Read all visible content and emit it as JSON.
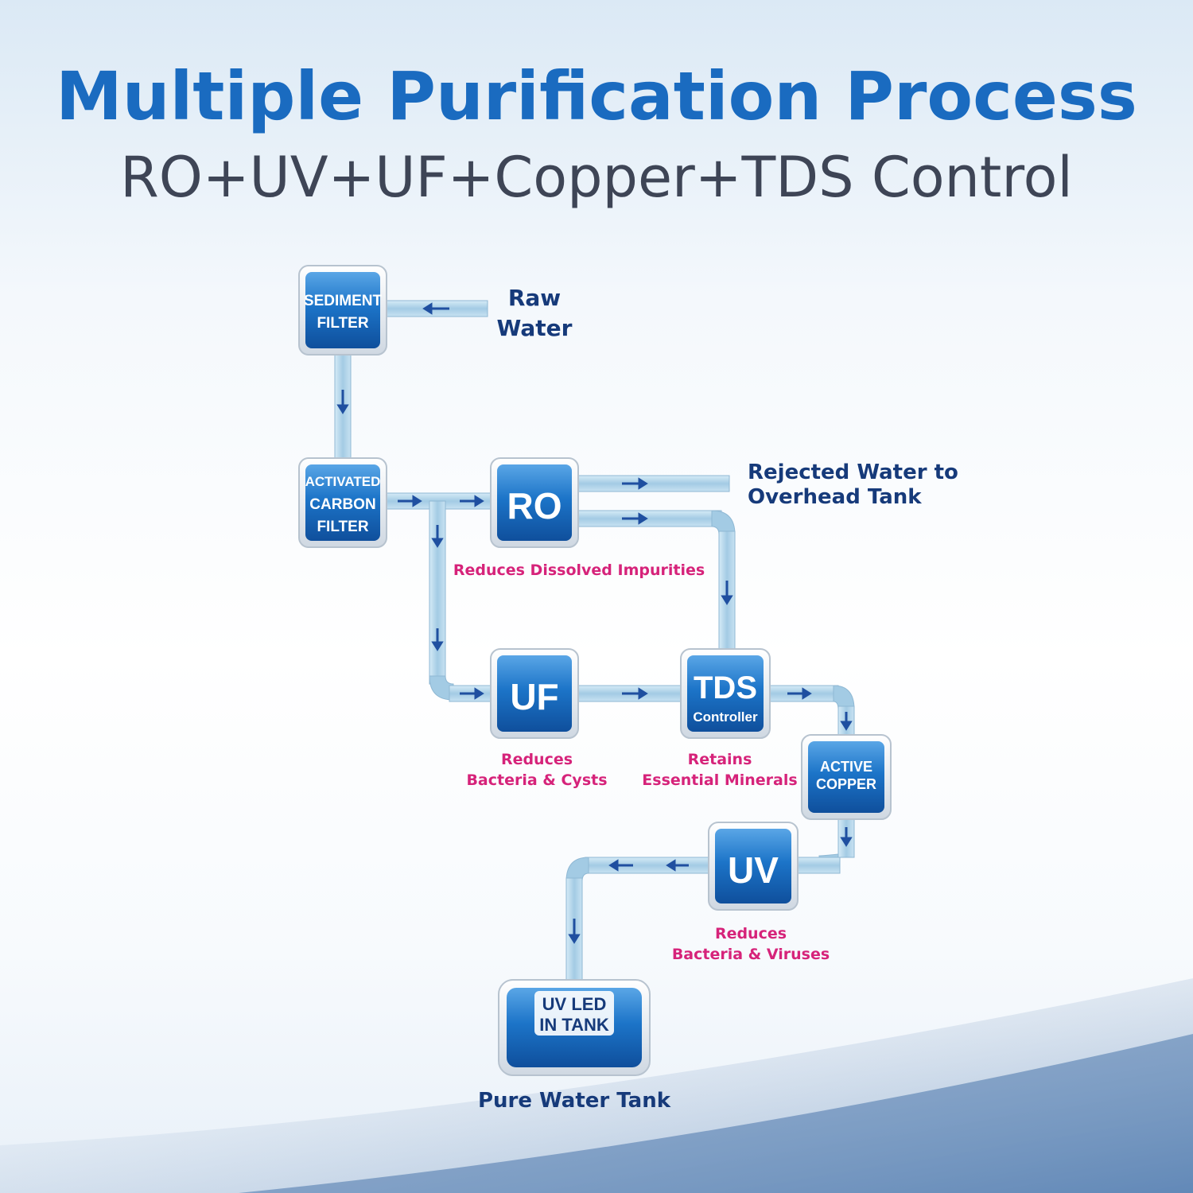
{
  "header": {
    "title": "Multiple Purification Process",
    "subtitle": "RO+UV+UF+Copper+TDS Control"
  },
  "inputs": {
    "raw_water": [
      "Raw",
      "Water"
    ],
    "rejected_water": [
      "Rejected Water to",
      "Overhead Tank"
    ]
  },
  "stages": {
    "sediment": [
      "SEDIMENT",
      "FILTER"
    ],
    "carbon": [
      "ACTIVATED",
      "CARBON",
      "FILTER"
    ],
    "ro": "RO",
    "uf": "UF",
    "tds": [
      "TDS",
      "Controller"
    ],
    "copper": [
      "ACTIVE",
      "COPPER"
    ],
    "uv": "UV",
    "tank": [
      "UV LED",
      "IN TANK"
    ]
  },
  "descriptions": {
    "ro": "Reduces Dissolved Impurities",
    "uf": [
      "Reduces",
      "Bacteria & Cysts"
    ],
    "tds": [
      "Retains",
      "Essential Minerals"
    ],
    "uv": [
      "Reduces",
      "Bacteria & Viruses"
    ]
  },
  "tank_label": "Pure Water Tank",
  "colors": {
    "title": "#1a6bc0",
    "subtitle": "#3e4556",
    "node_blue": "#1c74c8",
    "pipe": "#a9cfe6",
    "arrow": "#1f4fa0",
    "description": "#d6237a",
    "side_label": "#163a7a"
  }
}
